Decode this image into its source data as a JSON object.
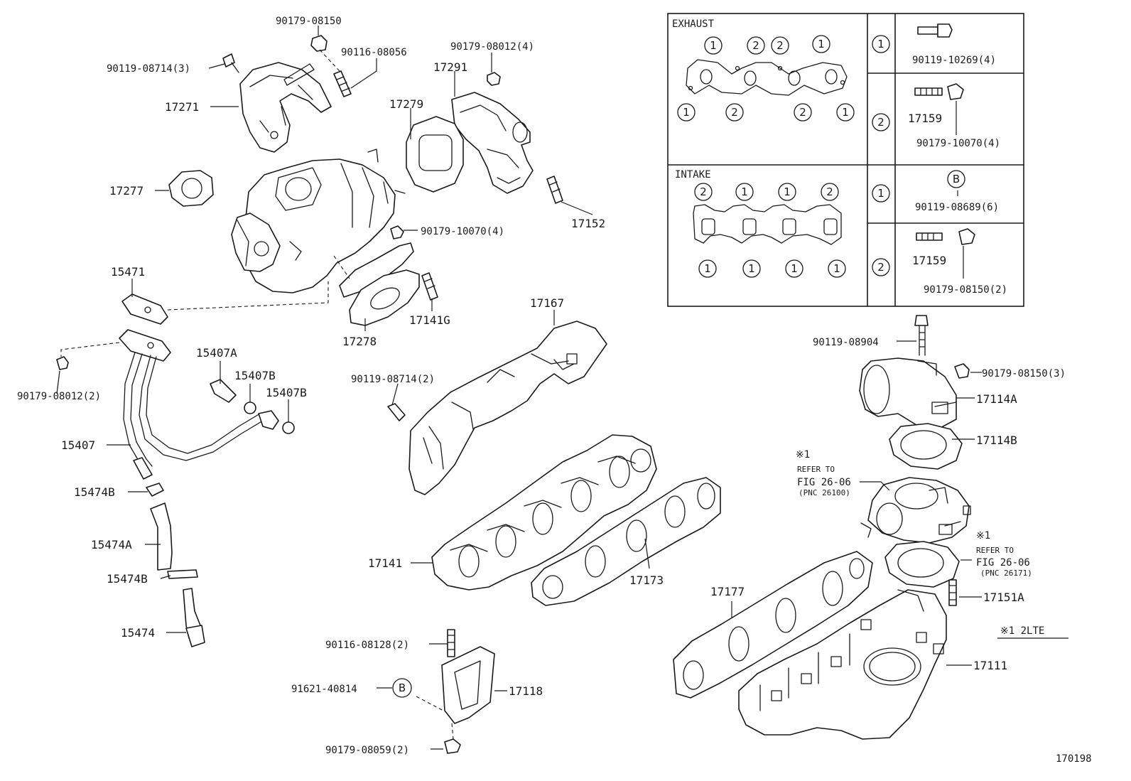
{
  "labels": {
    "p90179_08150_top": "90179-08150",
    "p90119_08714_3": "90119-08714(3)",
    "p90116_08056": "90116-08056",
    "p90179_08012_4": "90179-08012(4)",
    "p17291": "17291",
    "p17279": "17279",
    "p17271": "17271",
    "p17277": "17277",
    "p90179_10070_4": "90179-10070(4)",
    "p17152": "17152",
    "p15471": "15471",
    "p17278": "17278",
    "p17141G": "17141G",
    "p17167": "17167",
    "p15407A": "15407A",
    "p15407B_1": "15407B",
    "p15407B_2": "15407B",
    "p90179_08012_2": "90179-08012(2)",
    "p15407": "15407",
    "p90119_08714_2": "90119-08714(2)",
    "p15474B_1": "15474B",
    "p15474A": "15474A",
    "p15474B_2": "15474B",
    "p15474": "15474",
    "p17141": "17141",
    "p17173": "17173",
    "p90116_08128": "90116-08128(2)",
    "p91621_40814": "91621-40814",
    "p17118": "17118",
    "p90179_08059": "90179-08059(2)",
    "p90119_08904": "90119-08904",
    "p90179_08150_3": "90179-08150(3)",
    "p17114A": "17114A",
    "p17114B": "17114B",
    "p17177": "17177",
    "p17151A": "17151A",
    "p17111": "17111",
    "fig_number": "170198"
  },
  "refer1": {
    "mark": "※1",
    "line1": "REFER TO",
    "line2": "FIG 26-06",
    "line3": "(PNC 26100)"
  },
  "refer2": {
    "mark": "※1",
    "line1": "REFER TO",
    "line2": "FIG 26-06",
    "line3": "(PNC 26171)"
  },
  "footnote": "※1 2LTE",
  "table": {
    "exhaust_title": "EXHAUST",
    "intake_title": "INTAKE",
    "exhaust_row1_key": "1",
    "exhaust_row1_part": "90119-10269(4)",
    "exhaust_row2_key": "2",
    "exhaust_row2_stud": "17159",
    "exhaust_row2_nut": "90179-10070(4)",
    "intake_row1_key": "1",
    "intake_row1_mark": "B",
    "intake_row1_part": "90119-08689(6)",
    "intake_row2_key": "2",
    "intake_row2_stud": "17159",
    "intake_row2_nut": "90179-08150(2)",
    "exhaust_top_marks": [
      "1",
      "2",
      "2",
      "1"
    ],
    "exhaust_bottom_marks": [
      "1",
      "2",
      "2",
      "1"
    ],
    "intake_top_marks": [
      "2",
      "1",
      "1",
      "2"
    ],
    "intake_bottom_marks": [
      "1",
      "1",
      "1",
      "1"
    ]
  },
  "callout_b": "B"
}
